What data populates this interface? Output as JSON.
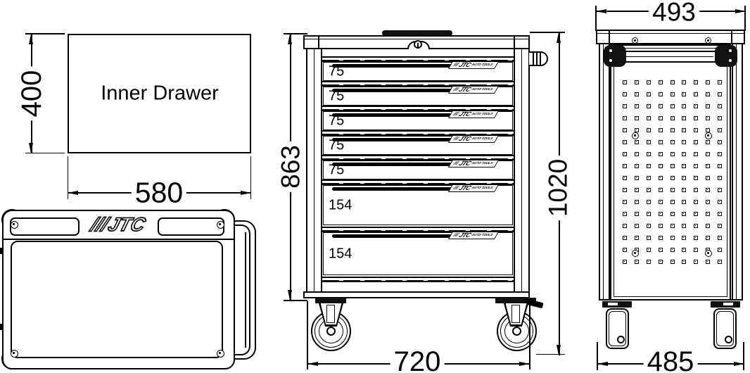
{
  "inner_drawer_view": {
    "label": "Inner Drawer",
    "dim_height": "400",
    "dim_width": "580"
  },
  "top_view": {
    "logo_slashes": "///",
    "logo_text": "JTC"
  },
  "front_view": {
    "dim_inner_height": "863",
    "dim_total_height": "1020",
    "dim_width": "720",
    "drawers": [
      "75",
      "75",
      "75",
      "75",
      "75",
      "154",
      "154"
    ],
    "drawer_logo_slashes": "///",
    "drawer_logo_text": "JTC",
    "drawer_logo_sub": "AUTO TOOLS"
  },
  "side_view": {
    "dim_top_width": "493",
    "dim_bottom_width": "485"
  },
  "colors": {
    "ink": "#000000",
    "paper": "#ffffff"
  }
}
